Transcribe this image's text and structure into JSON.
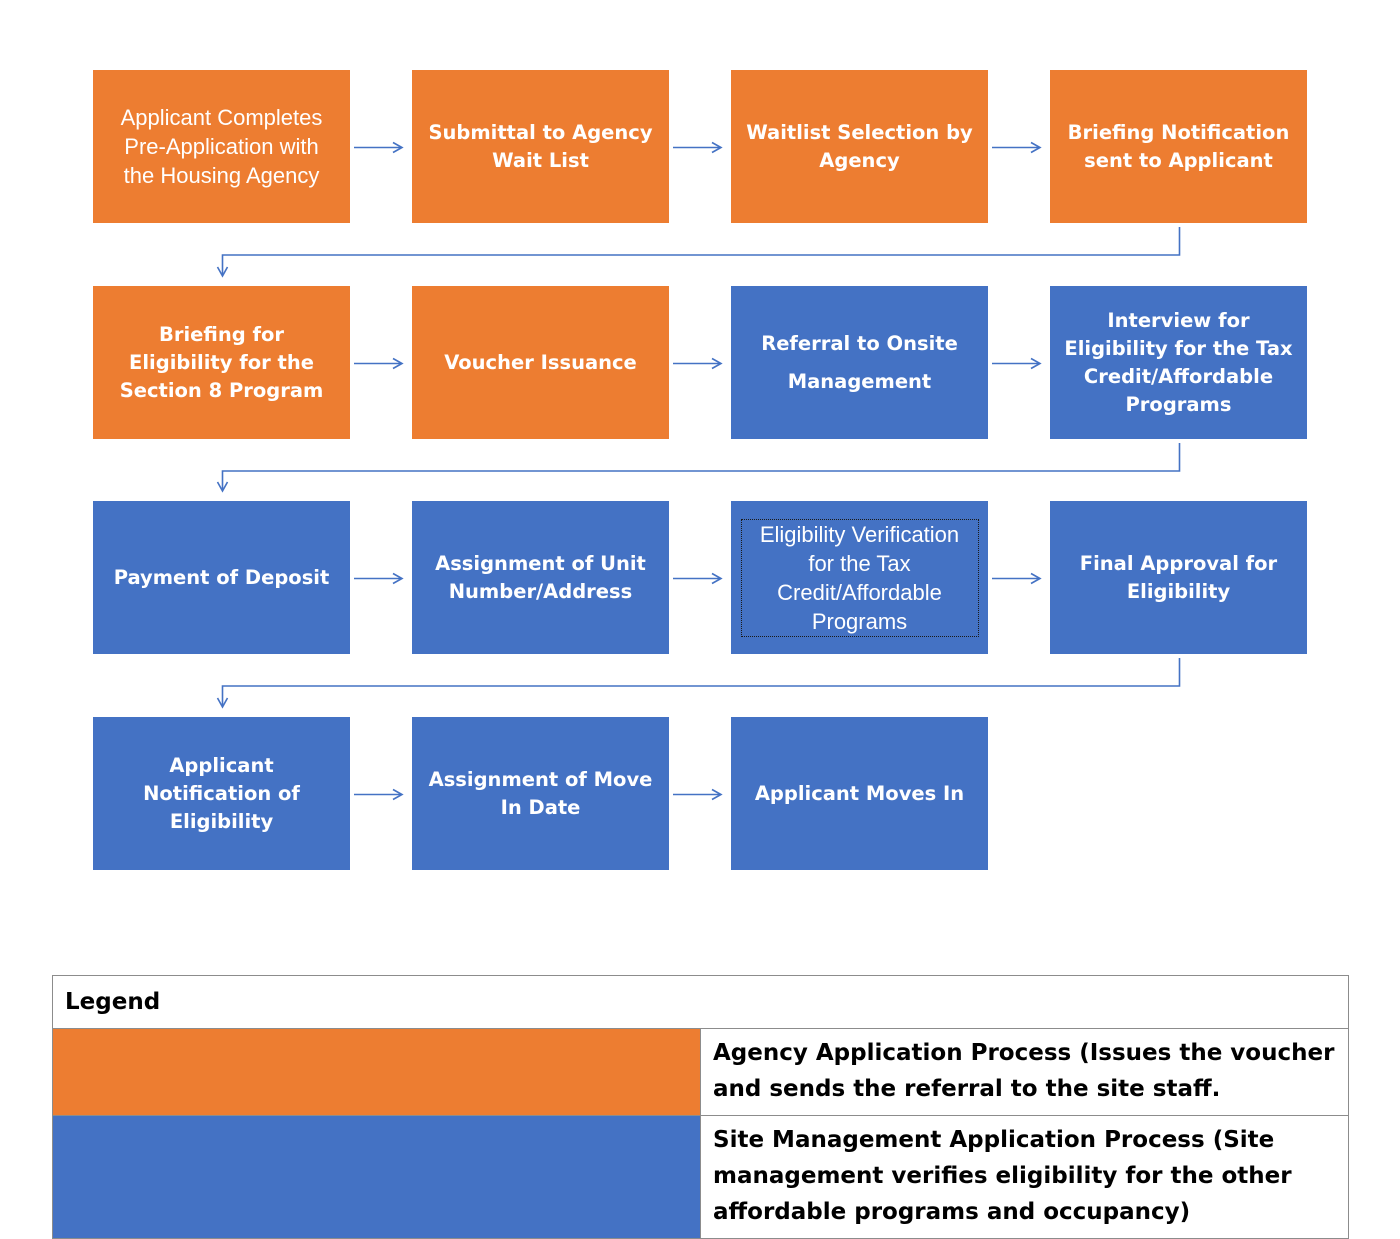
{
  "colors": {
    "agency": "#ed7d31",
    "site": "#4472c4",
    "connector": "#4472c4"
  },
  "steps": [
    {
      "label": "Applicant Completes Pre-Application with the Housing Agency",
      "type": "agency"
    },
    {
      "label": "Submittal to Agency Wait List",
      "type": "agency"
    },
    {
      "label": "Waitlist Selection by Agency",
      "type": "agency"
    },
    {
      "label": "Briefing Notification sent to Applicant",
      "type": "agency"
    },
    {
      "label": "Briefing for Eligibility for the Section 8 Program",
      "type": "agency"
    },
    {
      "label": "Voucher Issuance",
      "type": "agency"
    },
    {
      "label": "Referral to Onsite Management",
      "type": "site"
    },
    {
      "label": "Interview for Eligibility for the Tax Credit/Affordable Programs",
      "type": "site"
    },
    {
      "label": "Payment of Deposit",
      "type": "site"
    },
    {
      "label": "Assignment of Unit Number/Address",
      "type": "site"
    },
    {
      "label": "Eligibility Verification for the Tax Credit/Affordable Programs",
      "type": "site"
    },
    {
      "label": "Final Approval for Eligibility",
      "type": "site"
    },
    {
      "label": "Applicant Notification of Eligibility",
      "type": "site"
    },
    {
      "label": "Assignment of Move In Date",
      "type": "site"
    },
    {
      "label": "Applicant Moves In",
      "type": "site"
    }
  ],
  "legend": {
    "title": "Legend",
    "items": [
      {
        "type": "agency",
        "text": "Agency Application Process (Issues the voucher and sends the referral to the site staff."
      },
      {
        "type": "site",
        "text": "Site Management Application Process (Site management verifies eligibility for the other affordable programs and occupancy)"
      }
    ]
  }
}
